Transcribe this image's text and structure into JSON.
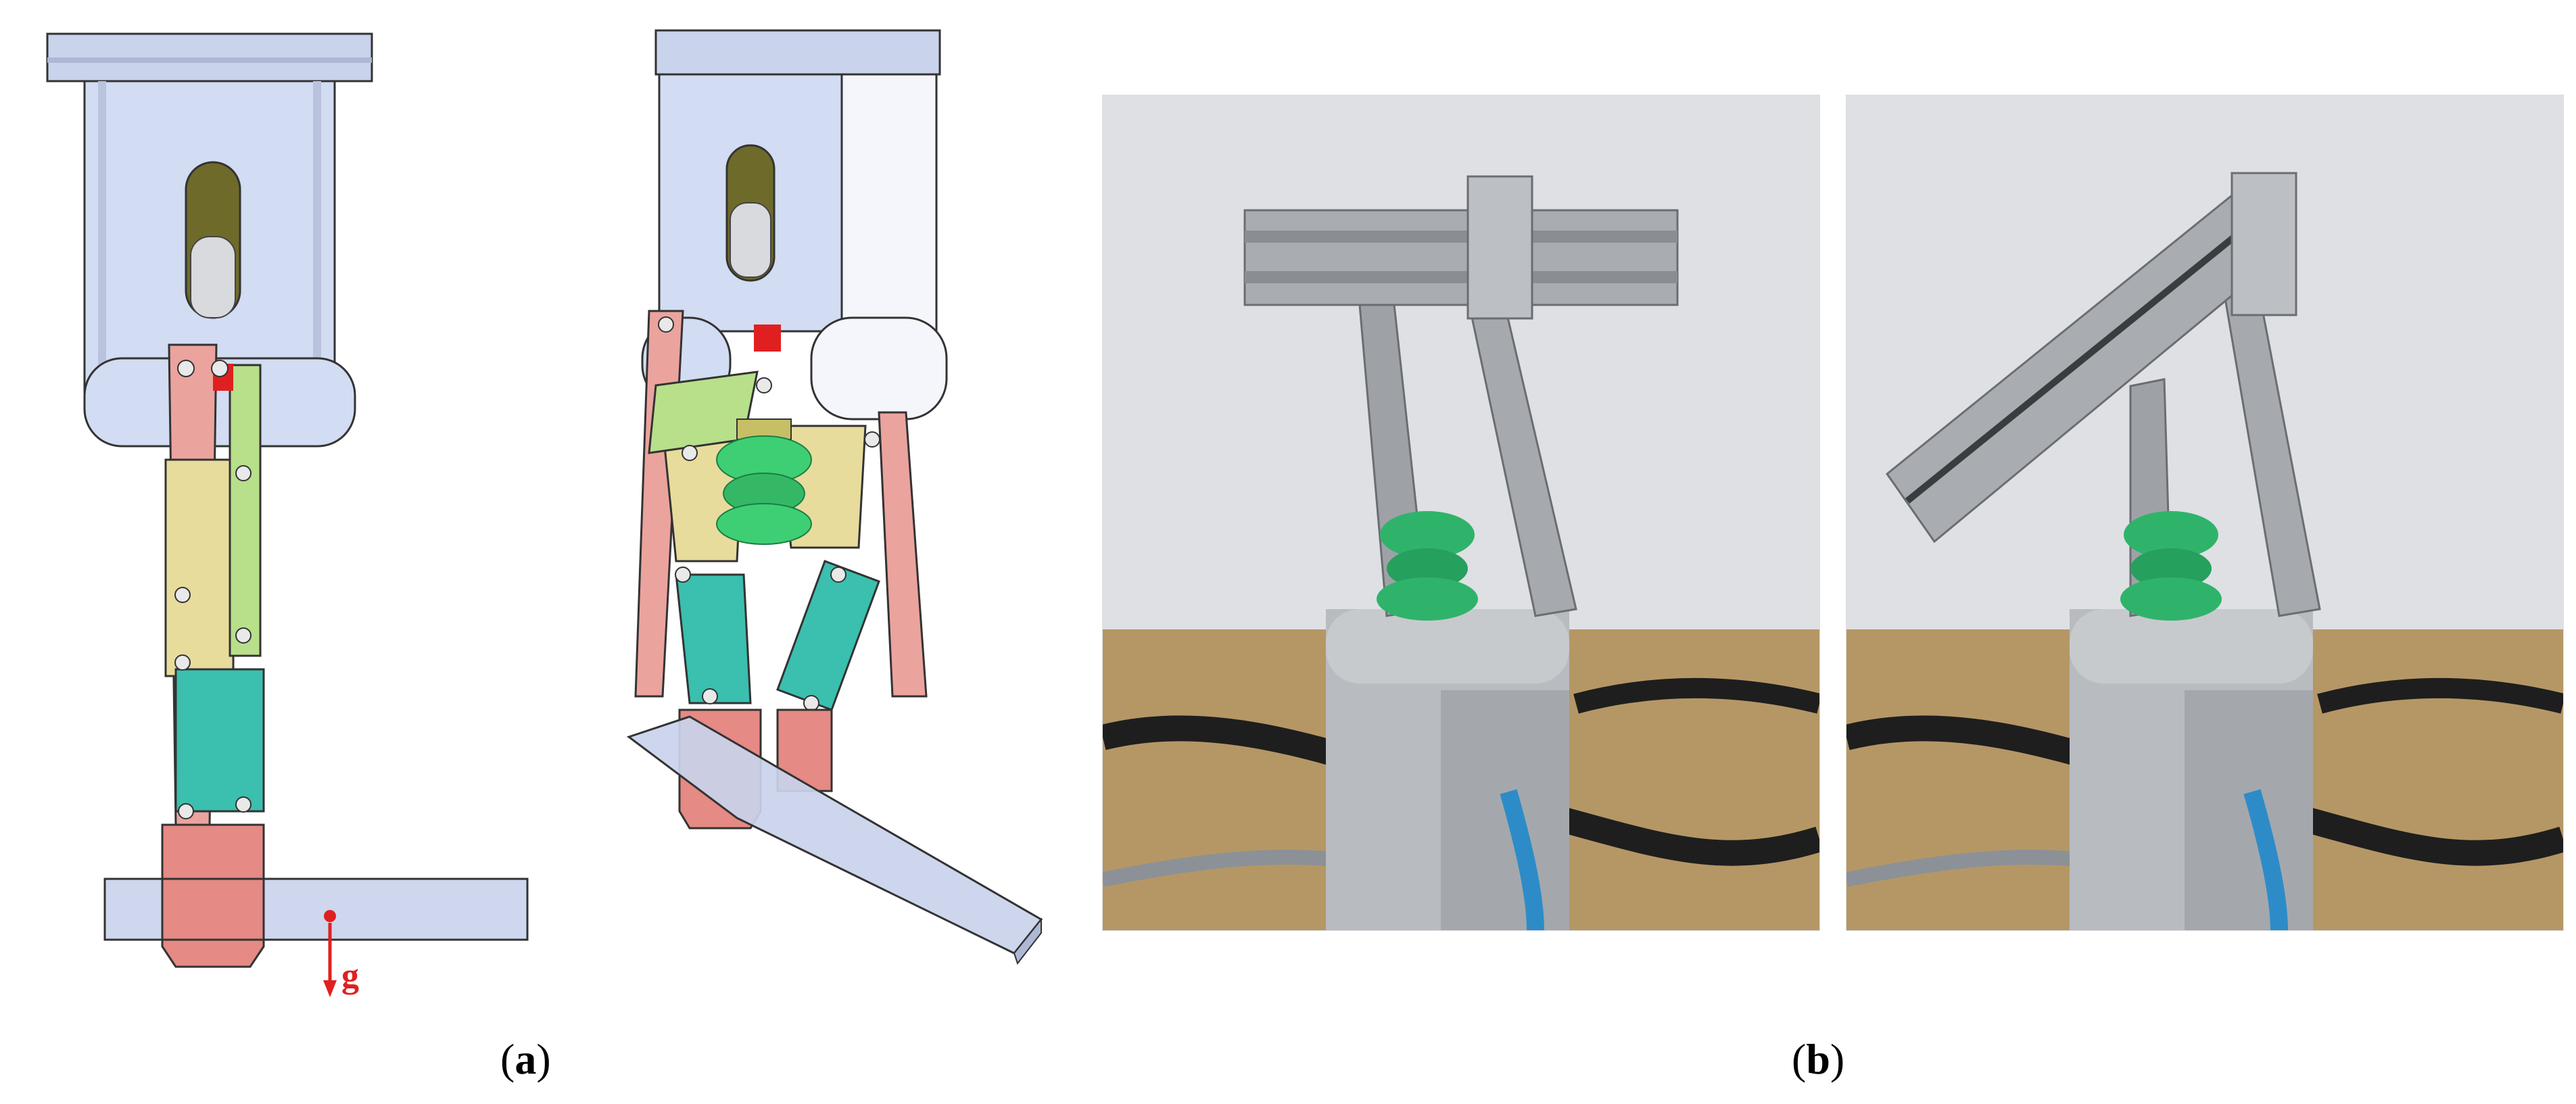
{
  "labels": {
    "gravity": "g",
    "caption_a_letter": "a",
    "caption_b_letter": "b"
  },
  "colors": {
    "steel_blue": "#c9d3ec",
    "salmon": "#e58a84",
    "yellow": "#e8dc9c",
    "green_link": "#b8df8a",
    "teal": "#3bbfae",
    "cup_green": "#3ecf74",
    "red_accent": "#e02020",
    "photo_wall": "#dfe0e4",
    "photo_table": "#b59766"
  }
}
